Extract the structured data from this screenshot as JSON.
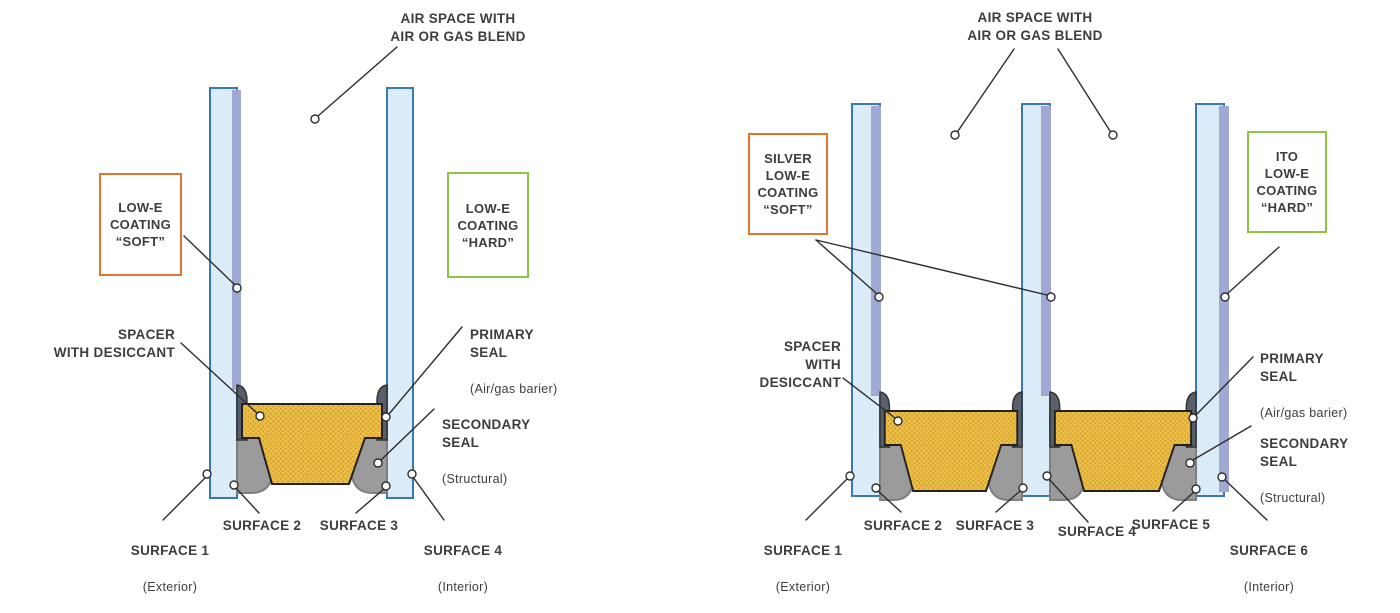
{
  "colors": {
    "glass_fill": "#dcebf8",
    "glass_border": "#3a78b5",
    "coating_strip": "#9fa9d4",
    "spacer_fill": "#ecbd45",
    "spacer_dot": "#c9992b",
    "spacer_outline": "#222222",
    "primary_seal": "#59606a",
    "secondary_seal": "#9b9b9b",
    "secondary_seal_border": "#7f7f7f",
    "soft_box_border": "#e0762d",
    "hard_box_border": "#8cc63e",
    "text": "#3d3d3d",
    "line": "#2e2e2e",
    "bg": "#ffffff"
  },
  "left_diagram": {
    "air_space": "AIR SPACE WITH\nAIR OR GAS BLEND",
    "soft_coating": "LOW-E\nCOATING\n“SOFT”",
    "hard_coating": "LOW-E\nCOATING\n“HARD”",
    "spacer": "SPACER\nWITH DESICCANT",
    "primary_seal": "PRIMARY\nSEAL",
    "primary_seal_note": "(Air/gas barier)",
    "secondary_seal": "SECONDARY\nSEAL",
    "secondary_seal_note": "(Structural)",
    "surface_1": "SURFACE 1",
    "surface_1_note": "(Exterior)",
    "surface_2": "SURFACE 2",
    "surface_3": "SURFACE 3",
    "surface_4": "SURFACE 4",
    "surface_4_note": "(Interior)"
  },
  "right_diagram": {
    "air_space": "AIR SPACE WITH\nAIR OR GAS BLEND",
    "soft_coating": "SILVER\nLOW-E\nCOATING\n“SOFT”",
    "hard_coating": "ITO\nLOW-E\nCOATING\n“HARD”",
    "spacer": "SPACER\nWITH DESICCANT",
    "primary_seal": "PRIMARY\nSEAL",
    "primary_seal_note": "(Air/gas barier)",
    "secondary_seal": "SECONDARY\nSEAL",
    "secondary_seal_note": "(Structural)",
    "surface_1": "SURFACE 1",
    "surface_1_note": "(Exterior)",
    "surface_2": "SURFACE 2",
    "surface_3": "SURFACE 3",
    "surface_4": "SURFACE 4",
    "surface_5": "SURFACE 5",
    "surface_6": "SURFACE 6",
    "surface_6_note": "(Interior)"
  }
}
